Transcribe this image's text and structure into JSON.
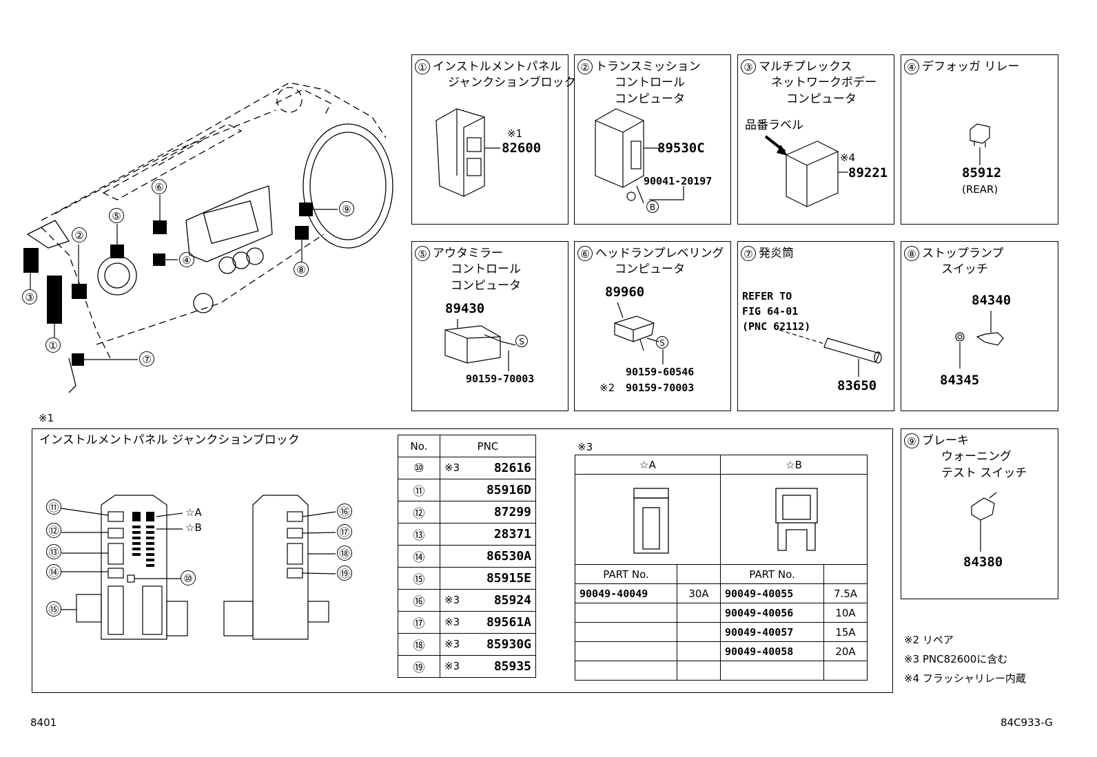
{
  "callouts": {
    "c1": "①",
    "c2": "②",
    "c3": "③",
    "c4": "④",
    "c5": "⑤",
    "c6": "⑥",
    "c7": "⑦",
    "c8": "⑧",
    "c9": "⑨"
  },
  "panels": [
    {
      "num": "①",
      "title_lines": [
        "インストルメントパネル",
        "ジャンクションブロック"
      ],
      "note": "※1",
      "part": "82600"
    },
    {
      "num": "②",
      "title_lines": [
        "トランスミッション",
        "コントロール",
        "コンピュータ"
      ],
      "part": "89530C",
      "part2": "90041-20197",
      "tag": "B"
    },
    {
      "num": "③",
      "title_lines": [
        "マルチプレックス",
        "ネットワークボデー",
        "コンピュータ"
      ],
      "label": "品番ラベル",
      "note": "※4",
      "part": "89221"
    },
    {
      "num": "④",
      "title_lines": [
        "デフォッガ リレー"
      ],
      "part": "85912",
      "sub": "(REAR)"
    },
    {
      "num": "⑤",
      "title_lines": [
        "アウタミラー",
        "コントロール",
        "コンピュータ"
      ],
      "part": "89430",
      "tag": "S",
      "part2": "90159-70003"
    },
    {
      "num": "⑥",
      "title_lines": [
        "ヘッドランプレベリング",
        "コンピュータ"
      ],
      "part": "89960",
      "tag": "S",
      "part2": "90159-60546",
      "part3_note": "※2",
      "part3": "90159-70003"
    },
    {
      "num": "⑦",
      "title_lines": [
        "発炎筒"
      ],
      "refer": [
        "REFER TO",
        "FIG 64-01",
        "(PNC 62112)"
      ],
      "part": "83650"
    },
    {
      "num": "⑧",
      "title_lines": [
        "ストップランプ",
        "スイッチ"
      ],
      "part": "84340",
      "part2": "84345"
    },
    {
      "num": "⑨",
      "title_lines": [
        "ブレーキ",
        "ウォーニング",
        "テスト スイッチ"
      ],
      "part": "84380"
    }
  ],
  "jb": {
    "note": "※1",
    "title": "インストルメントパネル ジャンクションブロック",
    "markers": {
      "a": "☆A",
      "b": "☆B"
    },
    "callouts": [
      "⑪",
      "⑫",
      "⑬",
      "⑭",
      "⑮",
      "⑩",
      "⑯",
      "⑰",
      "⑱",
      "⑲"
    ]
  },
  "pnc_table": {
    "headers": [
      "No.",
      "PNC"
    ],
    "rows": [
      {
        "no": "⑩",
        "note": "※3",
        "pnc": "82616"
      },
      {
        "no": "⑪",
        "note": "",
        "pnc": "85916D"
      },
      {
        "no": "⑫",
        "note": "",
        "pnc": "87299"
      },
      {
        "no": "⑬",
        "note": "",
        "pnc": "28371"
      },
      {
        "no": "⑭",
        "note": "",
        "pnc": "86530A"
      },
      {
        "no": "⑮",
        "note": "",
        "pnc": "85915E"
      },
      {
        "no": "⑯",
        "note": "※3",
        "pnc": "85924"
      },
      {
        "no": "⑰",
        "note": "※3",
        "pnc": "89561A"
      },
      {
        "no": "⑱",
        "note": "※3",
        "pnc": "85930G"
      },
      {
        "no": "⑲",
        "note": "※3",
        "pnc": "85935"
      }
    ]
  },
  "fuse_table": {
    "note": "※3",
    "col_a": "☆A",
    "col_b": "☆B",
    "part_header": "PART No.",
    "a_rows": [
      {
        "part": "90049-40049",
        "amp": "30A"
      }
    ],
    "b_rows": [
      {
        "part": "90049-40055",
        "amp": "7.5A"
      },
      {
        "part": "90049-40056",
        "amp": "10A"
      },
      {
        "part": "90049-40057",
        "amp": "15A"
      },
      {
        "part": "90049-40058",
        "amp": "20A"
      }
    ]
  },
  "notes": [
    "※2 リペア",
    "※3 PNC82600に含む",
    "※4 フラッシャリレー内蔵"
  ],
  "footer": {
    "left": "8401",
    "right": "84C933-G"
  }
}
